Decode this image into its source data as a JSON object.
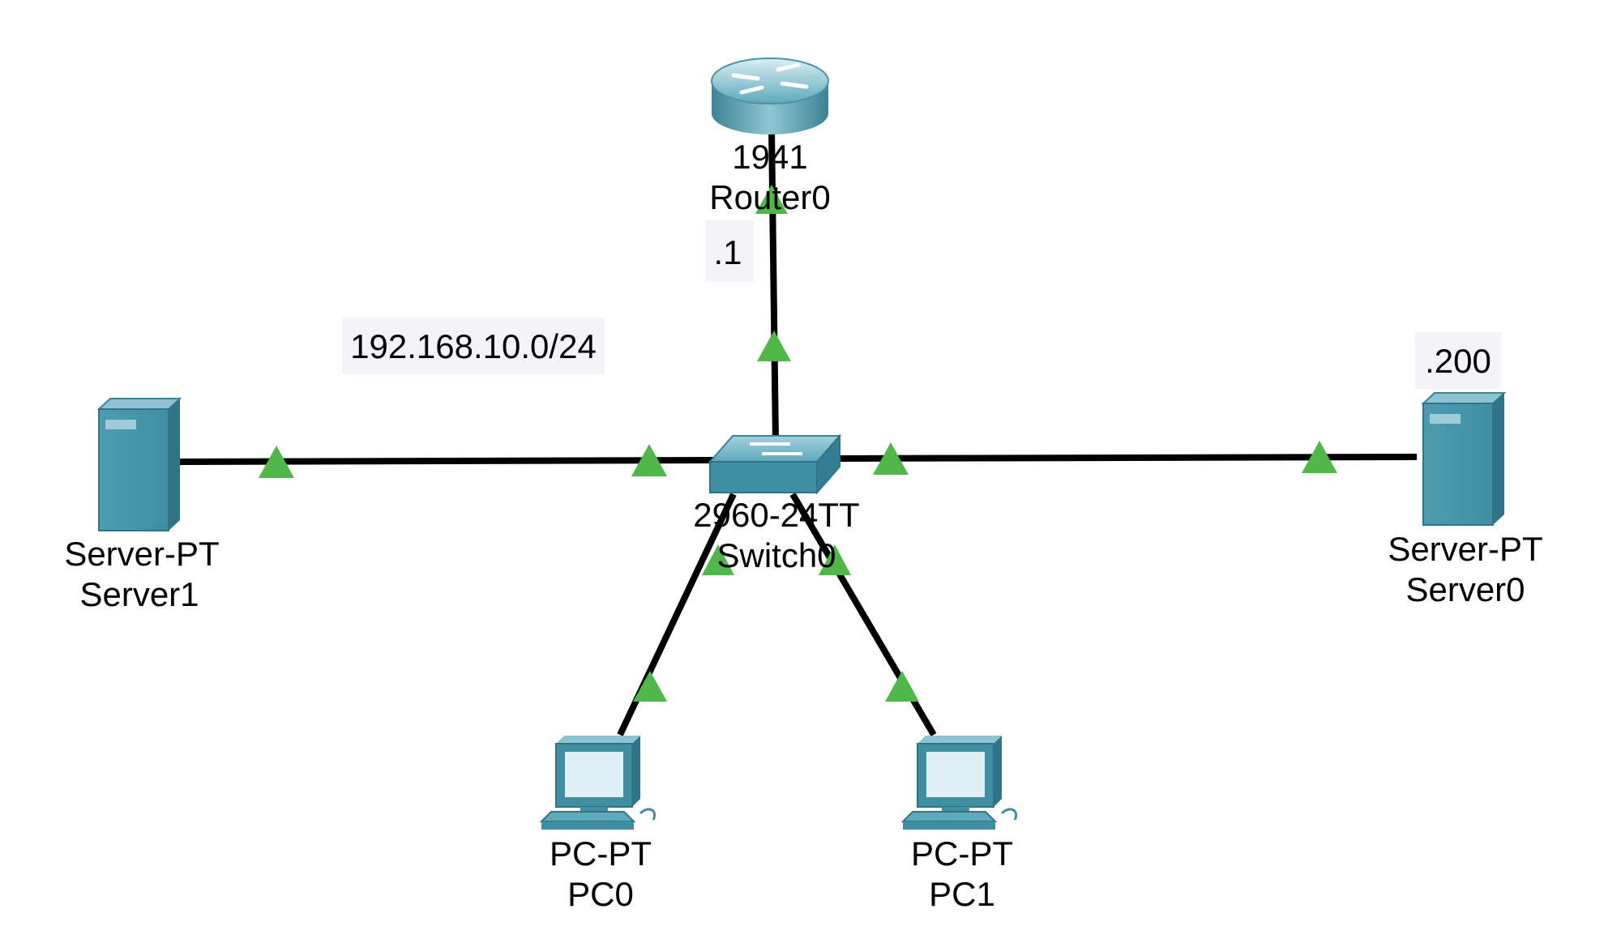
{
  "canvas": {
    "background": "#ffffff",
    "link_color": "#000000",
    "port_up_color": "#4fb848",
    "device_color": "#3f8fa3"
  },
  "devices": {
    "router0": {
      "model": "1941",
      "name": "Router0",
      "icon": "router-icon"
    },
    "switch0": {
      "model": "2960-24TT",
      "name": "Switch0",
      "icon": "switch-icon"
    },
    "server1": {
      "model": "Server-PT",
      "name": "Server1",
      "icon": "server-icon"
    },
    "server0": {
      "model": "Server-PT",
      "name": "Server0",
      "icon": "server-icon"
    },
    "pc0": {
      "model": "PC-PT",
      "name": "PC0",
      "icon": "pc-icon"
    },
    "pc1": {
      "model": "PC-PT",
      "name": "PC1",
      "icon": "pc-icon"
    }
  },
  "notes": {
    "router_ip": ".1",
    "network": "192.168.10.0/24",
    "server0_ip": ".200"
  },
  "links": [
    {
      "from": "Router0",
      "to": "Switch0",
      "status": "up"
    },
    {
      "from": "Server1",
      "to": "Switch0",
      "status": "up"
    },
    {
      "from": "Switch0",
      "to": "Server0",
      "status": "up"
    },
    {
      "from": "Switch0",
      "to": "PC0",
      "status": "up"
    },
    {
      "from": "Switch0",
      "to": "PC1",
      "status": "up"
    }
  ]
}
